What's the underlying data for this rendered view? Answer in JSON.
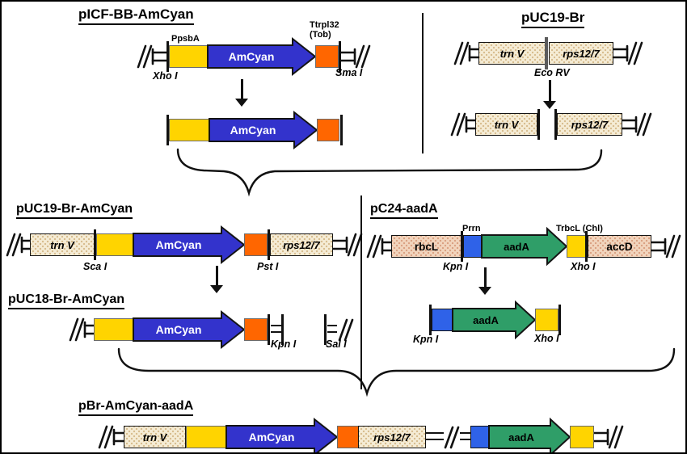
{
  "titles": {
    "picf_bb_amcyan": "pICF-BB-AmCyan",
    "puc19_br": "pUC19-Br",
    "puc19_br_amcyan": "pUC19-Br-AmCyan",
    "pc24_aada": "pC24-aadA",
    "puc18_br_amcyan": "pUC18-Br-AmCyan",
    "pbr_amcyan_aada": "pBr-AmCyan-aadA"
  },
  "genes": {
    "amcyan": "AmCyan",
    "aada": "aadA",
    "trnv": "trn V",
    "rps12_7": "rps12/7",
    "rbcl": "rbcL",
    "accd": "accD"
  },
  "regulatory": {
    "ppsba": "PpsbA",
    "ttrpl32": "Ttrpl32",
    "ttrpl32_source": "(Tob)",
    "prrn": "Prrn",
    "trbcl_chl": "TrbcL (Chl)"
  },
  "sites": {
    "xho_i": "Xho I",
    "sma_i": "Sma I",
    "eco_rv": "Eco RV",
    "sca_i": "Sca I",
    "pst_i": "Pst I",
    "kpn_i": "Kpn I",
    "sal_i": "Sal I"
  },
  "colors": {
    "promoter_yellow": "#FFD400",
    "terminator_orange": "#FF6600",
    "amcyan_blue": "#3333CC",
    "prrn_blue": "#2F62E8",
    "aada_green": "#2F9E68",
    "flank_tan": "#F5ECD5",
    "flank_pink": "#F2D5BE"
  }
}
